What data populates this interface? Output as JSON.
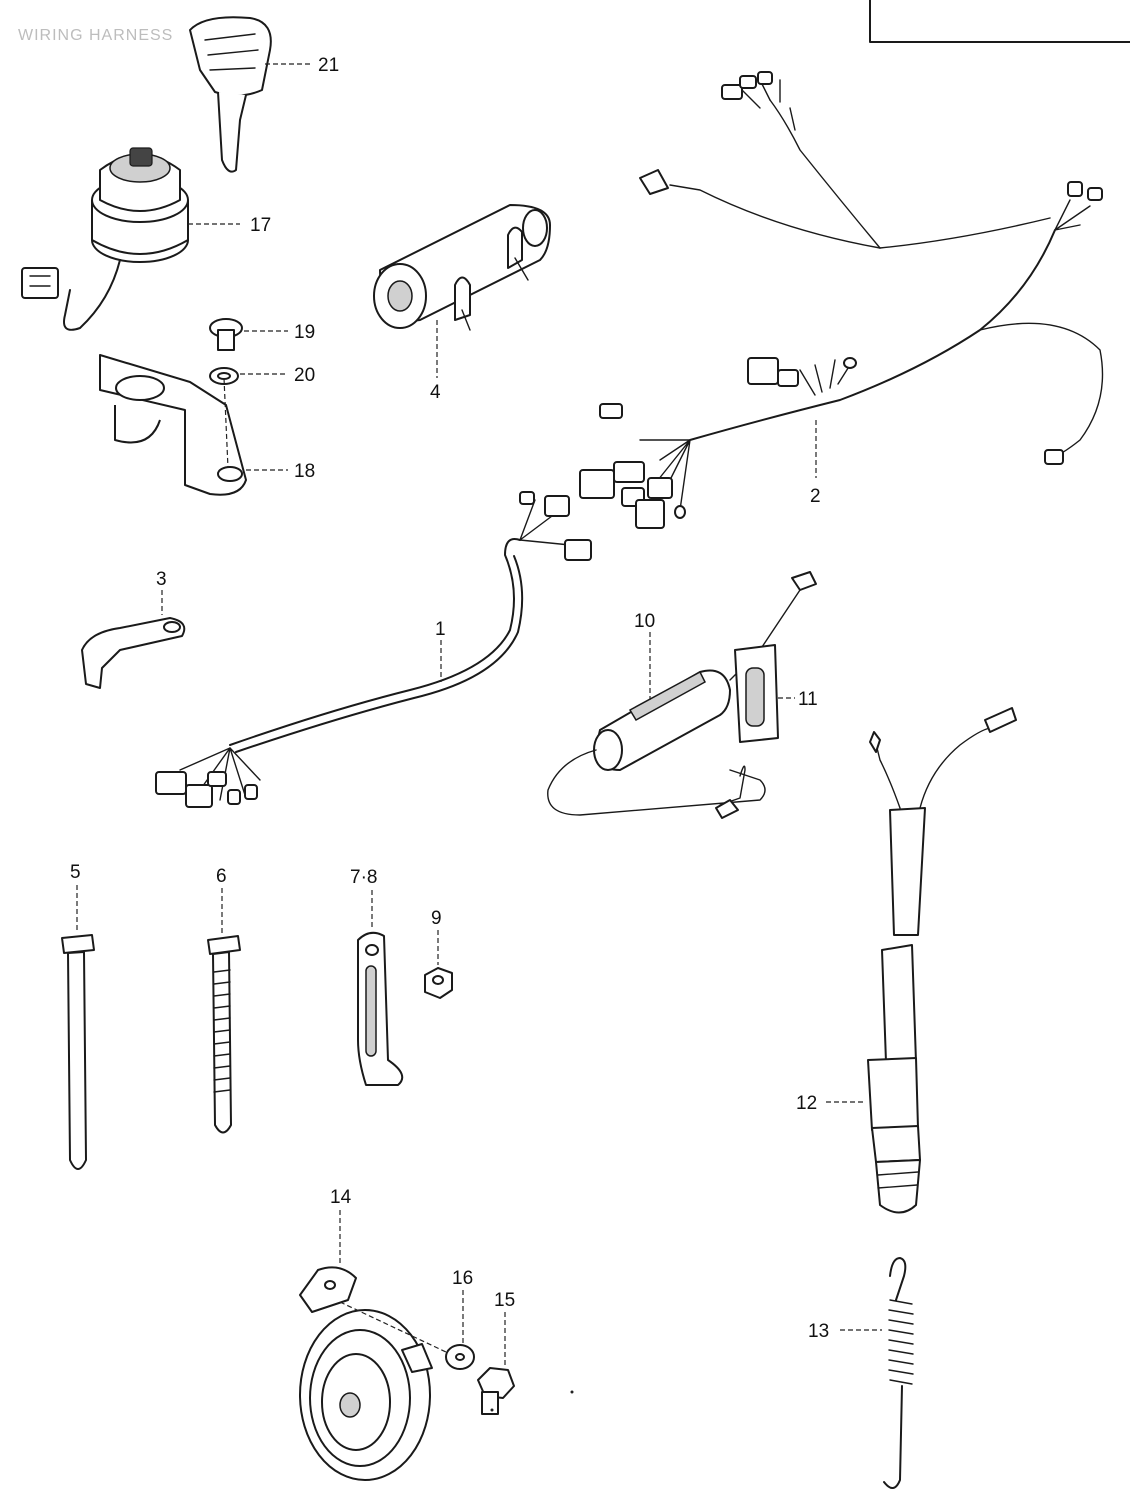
{
  "diagram": {
    "title": "WIRING HARNESS",
    "callouts": [
      "21",
      "17",
      "19",
      "20",
      "18",
      "4",
      "2",
      "3",
      "1",
      "10",
      "11",
      "12",
      "5",
      "6",
      "7·8",
      "9",
      "14",
      "16",
      "15",
      "13"
    ]
  }
}
